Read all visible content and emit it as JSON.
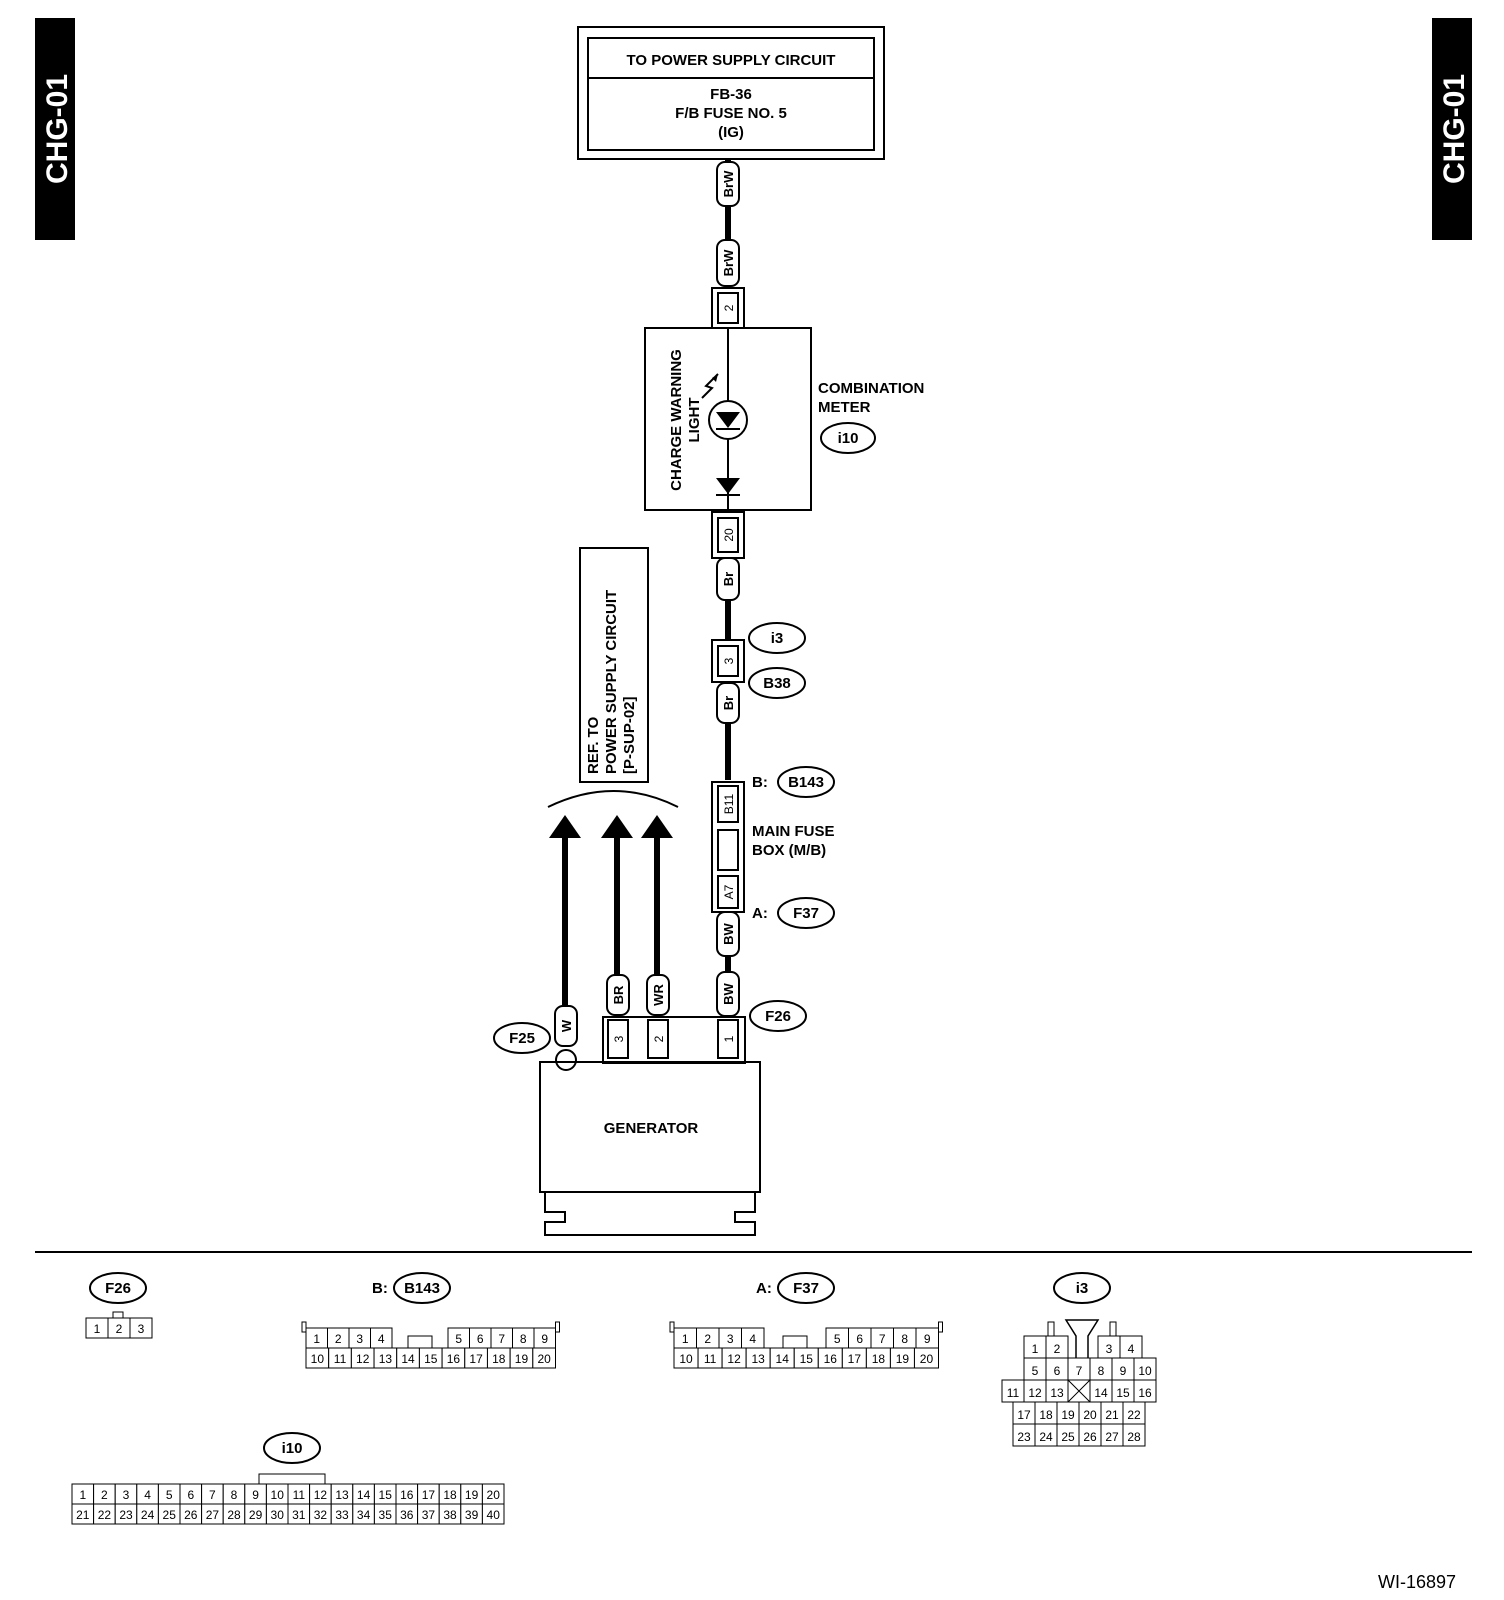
{
  "page": {
    "doc_code": "CHG-01",
    "figure_id": "WI-16897"
  },
  "power_supply": {
    "title": "TO POWER SUPPLY CIRCUIT",
    "line1": "FB-36",
    "line2": "F/B FUSE NO. 5",
    "line3": "(IG)"
  },
  "combination_meter": {
    "name_line1": "COMBINATION",
    "name_line2": "METER",
    "connector": "i10",
    "component_line1": "CHARGE WARNING",
    "component_line2": "LIGHT"
  },
  "ref_box": {
    "line1": "REF. TO",
    "line2": "POWER SUPPLY CIRCUIT",
    "line3": "[P-SUP-02]"
  },
  "main_fuse_box": {
    "line1": "MAIN FUSE",
    "line2": "BOX (M/B)",
    "b_prefix": "B:",
    "b_connector": "B143",
    "a_prefix": "A:",
    "a_connector": "F37"
  },
  "generator": {
    "label": "GENERATOR",
    "connector_w": "F25",
    "connector_main": "F26"
  },
  "connectors_inline": {
    "i3": "i3",
    "b38": "B38"
  },
  "wires": {
    "brw_top": "BrW",
    "brw_bottom": "BrW",
    "br_1": "Br",
    "br_2": "Br",
    "bw_1": "BW",
    "bw_2": "BW",
    "br_gen": "BR",
    "wr_gen": "WR",
    "w_gen": "W"
  },
  "pins": {
    "meter_in": "2",
    "meter_out": "20",
    "i3_pin": "3",
    "fuse_b": "B11",
    "fuse_a": "A7",
    "gen_3": "3",
    "gen_2": "2",
    "gen_1": "1"
  },
  "views": {
    "f26": {
      "label": "F26",
      "pins": [
        "1",
        "2",
        "3"
      ]
    },
    "b143": {
      "prefix": "B:",
      "label": "B143",
      "row1": [
        "1",
        "2",
        "3",
        "4",
        "5",
        "6",
        "7",
        "8",
        "9"
      ],
      "row2": [
        "10",
        "11",
        "12",
        "13",
        "14",
        "15",
        "16",
        "17",
        "18",
        "19",
        "20"
      ]
    },
    "f37": {
      "prefix": "A:",
      "label": "F37",
      "row1": [
        "1",
        "2",
        "3",
        "4",
        "5",
        "6",
        "7",
        "8",
        "9"
      ],
      "row2": [
        "10",
        "11",
        "12",
        "13",
        "14",
        "15",
        "16",
        "17",
        "18",
        "19",
        "20"
      ]
    },
    "i3": {
      "label": "i3",
      "rows": [
        [
          "1",
          "2",
          "3",
          "4"
        ],
        [
          "5",
          "6",
          "7",
          "8",
          "9",
          "10"
        ],
        [
          "11",
          "12",
          "13",
          "14",
          "15",
          "16"
        ],
        [
          "17",
          "18",
          "19",
          "20",
          "21",
          "22"
        ],
        [
          "23",
          "24",
          "25",
          "26",
          "27",
          "28"
        ]
      ]
    },
    "i10": {
      "label": "i10",
      "row1": [
        "1",
        "2",
        "3",
        "4",
        "5",
        "6",
        "7",
        "8",
        "9",
        "10",
        "11",
        "12",
        "13",
        "14",
        "15",
        "16",
        "17",
        "18",
        "19",
        "20"
      ],
      "row2": [
        "21",
        "22",
        "23",
        "24",
        "25",
        "26",
        "27",
        "28",
        "29",
        "30",
        "31",
        "32",
        "33",
        "34",
        "35",
        "36",
        "37",
        "38",
        "39",
        "40"
      ]
    }
  }
}
